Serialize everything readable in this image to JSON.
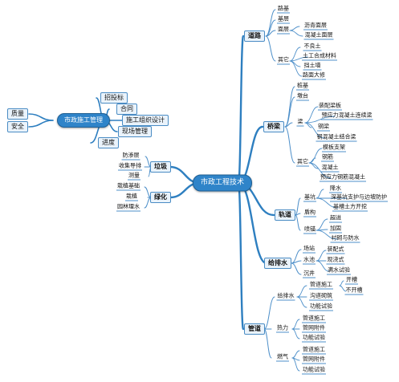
{
  "colors": {
    "root_fill": "#2f84c9",
    "branch_line": "#2e7fc0",
    "leaf_line": "#4d8fc9",
    "box_fill": "#eaf3fb"
  },
  "left_map": {
    "root": "市政施工管理",
    "branches": [
      {
        "label": "招投标"
      },
      {
        "label": "合同"
      },
      {
        "label": "施工组织设计"
      },
      {
        "label": "现场管理"
      },
      {
        "label": "进度"
      },
      {
        "label": "质量"
      },
      {
        "label": "安全"
      }
    ]
  },
  "main_map": {
    "root": "市政工程技术",
    "roads": {
      "label": "道路",
      "items": [
        "路基",
        "基层",
        "面层",
        "沥青面层",
        "混凝土面层",
        "其它",
        "不良土",
        "土工合成材料",
        "挡土墙",
        "路面大修"
      ]
    },
    "bridges": {
      "label": "桥梁",
      "items": [
        "桩基",
        "墩台",
        "梁",
        "装配梁板",
        "预应力混凝土连续梁",
        "钢梁",
        "钢混凝土结合梁",
        "其它",
        "模板支架",
        "钢筋",
        "混凝土",
        "预应力钢筋混凝土"
      ]
    },
    "rail": {
      "label": "轨道",
      "items": [
        "基坑",
        "降水",
        "深基坑支护与边坡防护",
        "基槽土方开挖",
        "盾构",
        "喷锚",
        "超进",
        "加固",
        "衬砌与防水"
      ]
    },
    "water": {
      "label": "给排水",
      "items": [
        "场站",
        "水池",
        "装配式",
        "现浇式",
        "满水试验",
        "沉井"
      ]
    },
    "pipes": {
      "label": "管道",
      "items": [
        "给排水",
        "管道施工",
        "开槽",
        "不开槽",
        "沟道砌筑",
        "功能试验",
        "热力",
        "管道施工",
        "管网附件",
        "功能试验",
        "燃气",
        "管道施工",
        "管网附件",
        "功能试验"
      ]
    },
    "greening_left": {
      "label": "绿化",
      "items": [
        "栽植基础",
        "栽植",
        "园林理水"
      ]
    },
    "waste": {
      "label": "垃圾",
      "items": [
        "防渗层",
        "收集导排",
        "测量"
      ]
    }
  }
}
